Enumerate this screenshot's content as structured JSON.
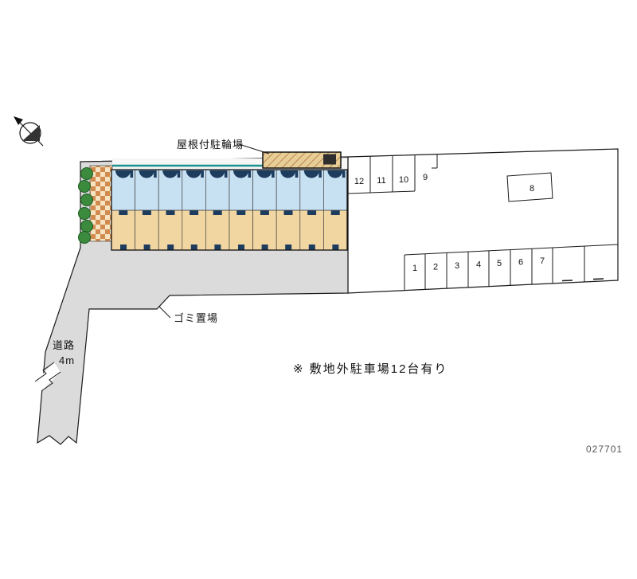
{
  "page": {
    "drawing_number": "027701"
  },
  "labels": {
    "bike_parking": "屋根付駐輪場",
    "garbage": "ゴミ置場",
    "road_name": "道路",
    "road_width": "4m",
    "note": "※ 敷地外駐車場12台有り"
  },
  "parking": {
    "top_row": [
      "12",
      "11",
      "10",
      "9"
    ],
    "detached_stall": "8",
    "bottom_row": [
      "1",
      "2",
      "3",
      "4",
      "5",
      "6",
      "7"
    ]
  },
  "building": {
    "unit_count": 10,
    "rows": 2
  },
  "colors": {
    "site_fill": "#dbdbdb",
    "parking_fill": "#ffffff",
    "unit_top_fill": "#c7e0f2",
    "unit_bottom_fill": "#f2d6a2",
    "detail_navy": "#1d3c5e",
    "hatch_tan": "#e9cd96",
    "fence_teal": "#1d8f8f",
    "vegetation_green": "#3b8a3e",
    "brick_orange": "#d28b4e"
  },
  "icons": {
    "compass": "north-arrow"
  }
}
